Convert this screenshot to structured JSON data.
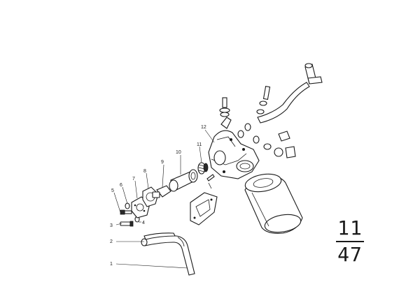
{
  "diagram": {
    "callouts": [
      {
        "id": "c1",
        "label": "1"
      },
      {
        "id": "c2",
        "label": "2"
      },
      {
        "id": "c3",
        "label": "3"
      },
      {
        "id": "c4",
        "label": "4"
      },
      {
        "id": "c5",
        "label": "5"
      },
      {
        "id": "c6",
        "label": "6"
      },
      {
        "id": "c7",
        "label": "7"
      },
      {
        "id": "c8",
        "label": "8"
      },
      {
        "id": "c9",
        "label": "9"
      },
      {
        "id": "c10",
        "label": "10"
      },
      {
        "id": "c11",
        "label": "11"
      },
      {
        "id": "c12",
        "label": "12"
      }
    ],
    "page_ref": {
      "group": "11",
      "page": "47"
    }
  }
}
